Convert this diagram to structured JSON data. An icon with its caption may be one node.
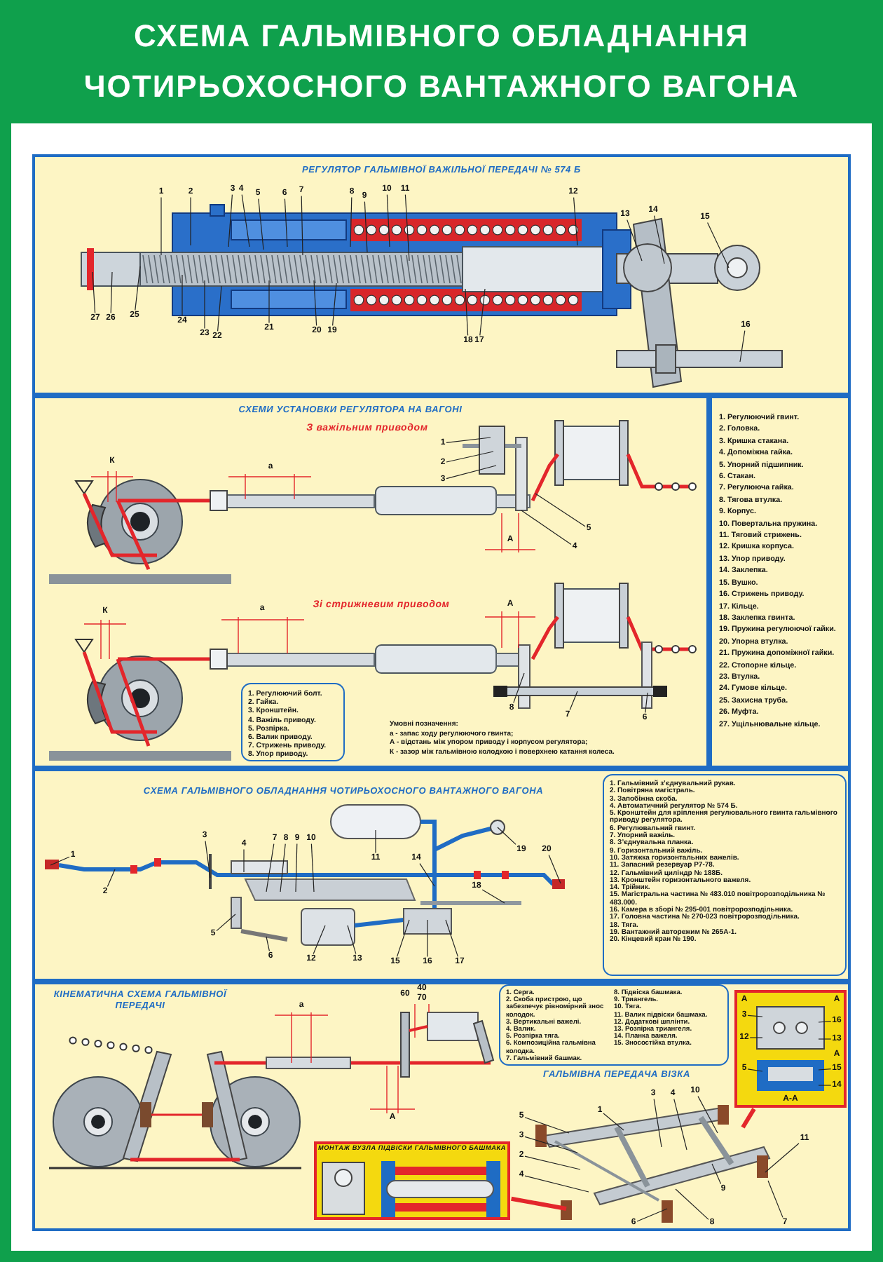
{
  "diagram": {
    "title": "СХЕМА ГАЛЬМІВНОГО ОБЛАДНАННЯ ЧОТИРЬОХОСНОГО ВАНТАЖНОГО ВАГОНА",
    "nodes": [
      {
        "text": [
          "РЕГУЛЯТОР ГАЛЬМІВНОЇ ВАЖІЛЬНОЇ ПЕРЕДАЧІ № 574 Б"
        ]
      },
      {
        "text": [
          "1"
        ],
        "in": 0
      },
      {
        "text": [
          "2"
        ],
        "in": 0
      },
      {
        "text": [
          "3"
        ],
        "in": 0
      },
      {
        "text": [
          "4"
        ],
        "in": 0
      },
      {
        "text": [
          "5"
        ],
        "in": 0
      },
      {
        "text": [
          "6"
        ],
        "in": 0
      },
      {
        "text": [
          "7"
        ],
        "in": 0
      },
      {
        "text": [
          "8"
        ],
        "in": 0
      },
      {
        "text": [
          "9"
        ],
        "in": 0
      },
      {
        "text": [
          "10"
        ],
        "in": 0
      },
      {
        "text": [
          "11"
        ],
        "in": 0
      },
      {
        "text": [
          "12"
        ],
        "in": 0
      },
      {
        "text": [
          "13"
        ],
        "in": 0
      },
      {
        "text": [
          "14"
        ],
        "in": 0
      },
      {
        "text": [
          "15"
        ],
        "in": 0
      },
      {
        "text": [
          "16"
        ],
        "in": 0
      },
      {
        "text": [
          "17"
        ],
        "in": 0
      },
      {
        "text": [
          "18"
        ],
        "in": 0
      },
      {
        "text": [
          "19"
        ],
        "in": 0
      },
      {
        "text": [
          "20"
        ],
        "in": 0
      },
      {
        "text": [
          "21"
        ],
        "in": 0
      },
      {
        "text": [
          "22"
        ],
        "in": 0
      },
      {
        "text": [
          "23"
        ],
        "in": 0
      },
      {
        "text": [
          "24"
        ],
        "in": 0
      },
      {
        "text": [
          "25"
        ],
        "in": 0
      },
      {
        "text": [
          "26"
        ],
        "in": 0
      },
      {
        "text": [
          "27"
        ],
        "in": 0
      },
      {
        "text": [
          "СХЕМИ УСТАНОВКИ РЕГУЛЯТОРА НА ВАГОНІ",
          "З важільним приводом",
          "Зі стрижневим приводом"
        ]
      },
      {
        "text": [
          "1"
        ],
        "in": 28
      },
      {
        "text": [
          "2"
        ],
        "in": 28
      },
      {
        "text": [
          "3"
        ],
        "in": 28
      },
      {
        "text": [
          "4"
        ],
        "in": 28
      },
      {
        "text": [
          "5"
        ],
        "in": 28
      },
      {
        "text": [
          "6"
        ],
        "in": 28
      },
      {
        "text": [
          "7"
        ],
        "in": 28
      },
      {
        "text": [
          "8"
        ],
        "in": 28
      },
      {
        "text": [
          "1. Регулюючий болт.",
          "2. Гайка.",
          "3. Кронштейн.",
          "4. Важіль приводу.",
          "5. Розпірка.",
          "6. Валик приводу.",
          "7. Стрижень приводу.",
          "8. Упор приводу."
        ],
        "in": 28
      },
      {
        "text": [
          "1. Регулюючий гвинт.",
          "2. Головка.",
          "3. Кришка стакана.",
          "4. Допоміжна гайка.",
          "5. Упорний підшипник.",
          "6. Стакан.",
          "7. Регулююча гайка.",
          "8. Тягова втулка.",
          "9. Корпус.",
          "10. Повертальна пружина.",
          "11. Тяговий стрижень.",
          "12. Кришка корпуса.",
          "13. Упор приводу.",
          "14. Заклепка.",
          "15. Вушко.",
          "16. Стрижень приводу.",
          "17. Кільце.",
          "18. Заклепка гвинта.",
          "19. Пружина регулюючої гайки.",
          "20. Упорна втулка.",
          "21. Пружина допоміжної гайки.",
          "22. Стопорне кільце.",
          "23. Втулка.",
          "24. Гумове кільце.",
          "25. Захисна труба.",
          "26. Муфта.",
          "27. Ущільнювальне кільце."
        ]
      },
      {
        "text": [
          "СХЕМА ГАЛЬМІВНОГО ОБЛАДНАННЯ ЧОТИРЬОХОСНОГО ВАНТАЖНОГО ВАГОНА"
        ]
      },
      {
        "text": [
          "1"
        ],
        "in": 39
      },
      {
        "text": [
          "2"
        ],
        "in": 39
      },
      {
        "text": [
          "3"
        ],
        "in": 39
      },
      {
        "text": [
          "4"
        ],
        "in": 39
      },
      {
        "text": [
          "5"
        ],
        "in": 39
      },
      {
        "text": [
          "6"
        ],
        "in": 39
      },
      {
        "text": [
          "7"
        ],
        "in": 39
      },
      {
        "text": [
          "8"
        ],
        "in": 39
      },
      {
        "text": [
          "9"
        ],
        "in": 39
      },
      {
        "text": [
          "10"
        ],
        "in": 39
      },
      {
        "text": [
          "11"
        ],
        "in": 39
      },
      {
        "text": [
          "12"
        ],
        "in": 39
      },
      {
        "text": [
          "13"
        ],
        "in": 39
      },
      {
        "text": [
          "14"
        ],
        "in": 39
      },
      {
        "text": [
          "15"
        ],
        "in": 39
      },
      {
        "text": [
          "16"
        ],
        "in": 39
      },
      {
        "text": [
          "17"
        ],
        "in": 39
      },
      {
        "text": [
          "18"
        ],
        "in": 39
      },
      {
        "text": [
          "19"
        ],
        "in": 39
      },
      {
        "text": [
          "20"
        ],
        "in": 39
      },
      {
        "text": [
          "1. Гальмівний з’єднувальний рукав.",
          "2. Повітряна магістраль.",
          "3. Запобіжна скоба.",
          "4. Автоматичний регулятор № 574 Б.",
          "5. Кронштейн для кріплення регулювального гвинта гальмівного приводу регулятора.",
          "6. Регулювальний гвинт.",
          "7. Упорний важіль.",
          "8. З’єднувальна планка.",
          "9. Горизонтальний важіль.",
          "10. Затяжка горизонтальних важелів.",
          "11. Запасний резервуар Р7-78.",
          "12. Гальмівний циліндр № 188Б.",
          "13. Кронштейн горизонтального важеля.",
          "14. Трійник.",
          "15. Магістральна частина № 483.010 повітророзподільника № 483.000.",
          "16. Камера в зборі № 295-001 повітророзподільника.",
          "17. Головна частина № 270-023 повітророзподільника.",
          "18. Тяга.",
          "19. Вантажний авторежим № 265А-1.",
          "20. Кінцевий кран № 190."
        ],
        "in": 39
      },
      {
        "text": [
          "КІНЕМАТИЧНА СХЕМА ГАЛЬМІВНОЇ ПЕРЕДАЧІ",
          "ГАЛЬМІВНА ПЕРЕДАЧА ВІЗКА"
        ]
      },
      {
        "text": [
          "1. Серга.",
          "2. Скоба пристрою, що забезпечує рівномірний знос колодок.",
          "3. Вертикальні важелі.",
          "4. Валик.",
          "5. Розпірка тяга.",
          "6. Композиційна гальмівна колодка.",
          "7. Гальмівний башмак.",
          "8. Підвіска башмака.",
          "9. Триангель.",
          "10. Тяга.",
          "11. Валик підвіски башмака.",
          "12. Додаткові шплінти.",
          "13. Розпірка триангеля.",
          "14. Планка важеля.",
          "15. Зносостійка втулка."
        ],
        "in": 61
      },
      {
        "text": [
          "МОНТАЖ ВУЗЛА ПІДВІСКИ ГАЛЬМІВНОГО БАШМАКА"
        ],
        "in": 61
      },
      {
        "text": [],
        "shape": "box",
        "in": 61
      },
      {
        "text": [
          "3"
        ],
        "in": 64
      },
      {
        "text": [
          "12"
        ],
        "in": 64
      },
      {
        "text": [
          "16"
        ],
        "in": 64
      },
      {
        "text": [
          "13"
        ],
        "in": 64
      },
      {
        "text": [
          "5"
        ],
        "in": 64
      },
      {
        "text": [
          "15"
        ],
        "in": 64
      },
      {
        "text": [
          "14"
        ],
        "in": 64
      },
      {
        "text": [
          "1"
        ],
        "in": 61
      },
      {
        "text": [
          "3"
        ],
        "in": 61
      },
      {
        "text": [
          "4"
        ],
        "in": 61
      },
      {
        "text": [
          "10"
        ],
        "in": 61
      },
      {
        "text": [
          "11"
        ],
        "in": 61
      },
      {
        "text": [
          "3"
        ],
        "in": 61
      },
      {
        "text": [
          "2"
        ],
        "in": 61
      },
      {
        "text": [
          "4"
        ],
        "in": 61
      },
      {
        "text": [
          "9"
        ],
        "in": 61
      },
      {
        "text": [
          "5"
        ],
        "in": 61
      },
      {
        "text": [
          "8"
        ],
        "in": 61
      },
      {
        "text": [
          "7"
        ],
        "in": 61
      },
      {
        "text": [
          "6"
        ],
        "in": 61
      }
    ],
    "edges": [
      {
        "from": 1,
        "to": null,
        "arrow": "none"
      },
      {
        "from": 2,
        "to": null,
        "arrow": "none"
      },
      {
        "from": 3,
        "to": null,
        "arrow": "none"
      },
      {
        "from": 4,
        "to": null,
        "arrow": "none"
      },
      {
        "from": 5,
        "to": null,
        "arrow": "none"
      },
      {
        "from": 6,
        "to": null,
        "arrow": "none"
      },
      {
        "from": 7,
        "to": null,
        "arrow": "none"
      },
      {
        "from": 8,
        "to": null,
        "arrow": "none"
      },
      {
        "from": 9,
        "to": null,
        "arrow": "none"
      },
      {
        "from": 10,
        "to": null,
        "arrow": "none"
      },
      {
        "from": 11,
        "to": null,
        "arrow": "none"
      },
      {
        "from": 12,
        "to": null,
        "arrow": "none"
      },
      {
        "from": 13,
        "to": null,
        "arrow": "none"
      },
      {
        "from": 14,
        "to": null,
        "arrow": "none"
      },
      {
        "from": 15,
        "to": null,
        "arrow": "none"
      },
      {
        "from": 16,
        "to": null,
        "arrow": "none"
      },
      {
        "from": 17,
        "to": null,
        "arrow": "none"
      },
      {
        "from": 18,
        "to": null,
        "arrow": "none"
      },
      {
        "from": 19,
        "to": null,
        "arrow": "none"
      },
      {
        "from": 20,
        "to": null,
        "arrow": "none"
      },
      {
        "from": 21,
        "to": null,
        "arrow": "none"
      },
      {
        "from": 22,
        "to": null,
        "arrow": "none"
      },
      {
        "from": 23,
        "to": null,
        "arrow": "none"
      },
      {
        "from": 24,
        "to": null,
        "arrow": "none"
      },
      {
        "from": 25,
        "to": null,
        "arrow": "none"
      },
      {
        "from": 26,
        "to": null,
        "arrow": "none"
      },
      {
        "from": 27,
        "to": null,
        "arrow": "none"
      },
      {
        "from": 29,
        "to": null,
        "arrow": "none"
      },
      {
        "from": 30,
        "to": null,
        "arrow": "none"
      },
      {
        "from": 31,
        "to": null,
        "arrow": "none"
      },
      {
        "from": 32,
        "to": null,
        "arrow": "none"
      },
      {
        "from": 33,
        "to": null,
        "arrow": "none"
      },
      {
        "from": 34,
        "to": null,
        "arrow": "none"
      },
      {
        "from": 35,
        "to": null,
        "arrow": "none"
      },
      {
        "from": 36,
        "to": null,
        "arrow": "none"
      },
      {
        "from": 40,
        "to": null,
        "arrow": "none"
      },
      {
        "from": 41,
        "to": null,
        "arrow": "none"
      },
      {
        "from": 42,
        "to": null,
        "arrow": "none"
      },
      {
        "from": 43,
        "to": null,
        "arrow": "none"
      },
      {
        "from": 44,
        "to": null,
        "arrow": "none"
      },
      {
        "from": 45,
        "to": null,
        "arrow": "none"
      },
      {
        "from": 46,
        "to": null,
        "arrow": "none"
      },
      {
        "from": 47,
        "to": null,
        "arrow": "none"
      },
      {
        "from": 48,
        "to": null,
        "arrow": "none"
      },
      {
        "from": 49,
        "to": null,
        "arrow": "none"
      },
      {
        "from": 50,
        "to": null,
        "arrow": "none"
      },
      {
        "from": 51,
        "to": null,
        "arrow": "none"
      },
      {
        "from": 52,
        "to": null,
        "arrow": "none"
      },
      {
        "from": 53,
        "to": null,
        "arrow": "none"
      },
      {
        "from": 54,
        "to": null,
        "arrow": "none"
      },
      {
        "from": 55,
        "to": null,
        "arrow": "none"
      },
      {
        "from": 56,
        "to": null,
        "arrow": "none"
      },
      {
        "from": 57,
        "to": null,
        "arrow": "none"
      },
      {
        "from": 58,
        "to": null,
        "arrow": "none"
      },
      {
        "from": 59,
        "to": null,
        "arrow": "none"
      },
      {
        "from": 65,
        "to": null,
        "arrow": "none"
      },
      {
        "from": 66,
        "to": null,
        "arrow": "none"
      },
      {
        "from": 67,
        "to": null,
        "arrow": "none"
      },
      {
        "from": 68,
        "to": null,
        "arrow": "none"
      },
      {
        "from": 69,
        "to": null,
        "arrow": "none"
      },
      {
        "from": 70,
        "to": null,
        "arrow": "none"
      },
      {
        "from": 71,
        "to": null,
        "arrow": "none"
      },
      {
        "from": 72,
        "to": null,
        "arrow": "none"
      },
      {
        "from": 73,
        "to": null,
        "arrow": "none"
      },
      {
        "from": 74,
        "to": null,
        "arrow": "none"
      },
      {
        "from": 75,
        "to": null,
        "arrow": "none"
      },
      {
        "from": 76,
        "to": null,
        "arrow": "none"
      },
      {
        "from": 77,
        "to": null,
        "arrow": "none"
      },
      {
        "from": 78,
        "to": null,
        "arrow": "none"
      },
      {
        "from": 79,
        "to": null,
        "arrow": "none"
      },
      {
        "from": 80,
        "to": null,
        "arrow": "none"
      },
      {
        "from": 81,
        "to": null,
        "arrow": "none"
      },
      {
        "from": 82,
        "to": null,
        "arrow": "none"
      },
      {
        "from": 83,
        "to": null,
        "arrow": "none"
      },
      {
        "from": 84,
        "to": null,
        "arrow": "none"
      },
      {
        "from": null,
        "to": 63,
        "arrow": "none",
        "style": "thick",
        "color": "#e3262b"
      },
      {
        "from": null,
        "to": 64,
        "arrow": "none",
        "style": "thick",
        "color": "#e3262b"
      }
    ],
    "labels": [
      "К",
      "а",
      "А",
      "К",
      "а",
      "А",
      "Умовні позначення:",
      "а - запас ходу регулюючого гвинта;",
      "А - відстань між упором приводу і корпусом регулятора;",
      "К - зазор між гальмівною колодкою і поверхнею катання колеса.",
      "60",
      "40",
      "70",
      "а",
      "А",
      "А",
      "А",
      "А-А",
      "А"
    ]
  }
}
